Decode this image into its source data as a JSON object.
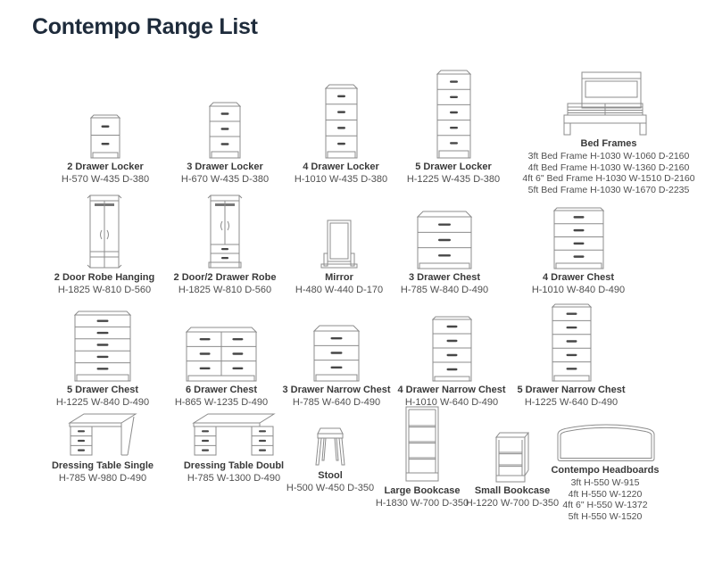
{
  "page": {
    "title": "Contempo Range List"
  },
  "items": {
    "locker2": {
      "name": "2 Drawer Locker",
      "dims": "H-570 W-435 D-380"
    },
    "locker3": {
      "name": "3 Drawer Locker",
      "dims": "H-670 W-435 D-380"
    },
    "locker4": {
      "name": "4 Drawer Locker",
      "dims": "H-1010 W-435 D-380"
    },
    "locker5": {
      "name": "5 Drawer Locker",
      "dims": "H-1225 W-435 D-380"
    },
    "bed_frames": {
      "name": "Bed Frames",
      "lines": [
        "3ft Bed Frame H-1030 W-1060 D-2160",
        "4ft Bed Frame H-1030 W-1360 D-2160",
        "4ft 6\" Bed Frame H-1030 W-1510 D-2160",
        "5ft Bed Frame H-1030 W-1670 D-2235"
      ]
    },
    "robe_hanging": {
      "name": "2 Door Robe Hanging",
      "dims": "H-1825 W-810 D-560"
    },
    "robe_drawer": {
      "name": "2 Door/2 Drawer Robe",
      "dims": "H-1825 W-810 D-560"
    },
    "mirror": {
      "name": "Mirror",
      "dims": "H-480 W-440 D-170"
    },
    "chest3": {
      "name": "3 Drawer Chest",
      "dims": "H-785 W-840 D-490"
    },
    "chest4": {
      "name": "4 Drawer Chest",
      "dims": "H-1010 W-840 D-490"
    },
    "chest5": {
      "name": "5 Drawer Chest",
      "dims": "H-1225 W-840 D-490"
    },
    "chest6": {
      "name": "6 Drawer Chest",
      "dims": "H-865 W-1235 D-490"
    },
    "narrow3": {
      "name": "3 Drawer Narrow Chest",
      "dims": "H-785 W-640 D-490"
    },
    "narrow4": {
      "name": "4 Drawer Narrow Chest",
      "dims": "H-1010 W-640 D-490"
    },
    "narrow5": {
      "name": "5 Drawer Narrow Chest",
      "dims": "H-1225 W-640 D-490"
    },
    "dressing_single": {
      "name": "Dressing Table Single",
      "dims": "H-785 W-980 D-490"
    },
    "dressing_double": {
      "name": "Dressing Table Doubl",
      "dims": "H-785 W-1300 D-490"
    },
    "stool": {
      "name": "Stool",
      "dims": "H-500 W-450 D-350"
    },
    "bookcase_large": {
      "name": "Large Bookcase",
      "dims": "H-1830 W-700 D-350"
    },
    "bookcase_small": {
      "name": "Small Bookcase",
      "dims": "H-1220 W-700 D-350"
    },
    "headboards": {
      "name": "Contempo Headboards",
      "lines": [
        "3ft H-550 W-915",
        "4ft H-550 W-1220",
        "4ft 6\" H-550 W-1372",
        "5ft H-550 W-1520"
      ]
    }
  }
}
